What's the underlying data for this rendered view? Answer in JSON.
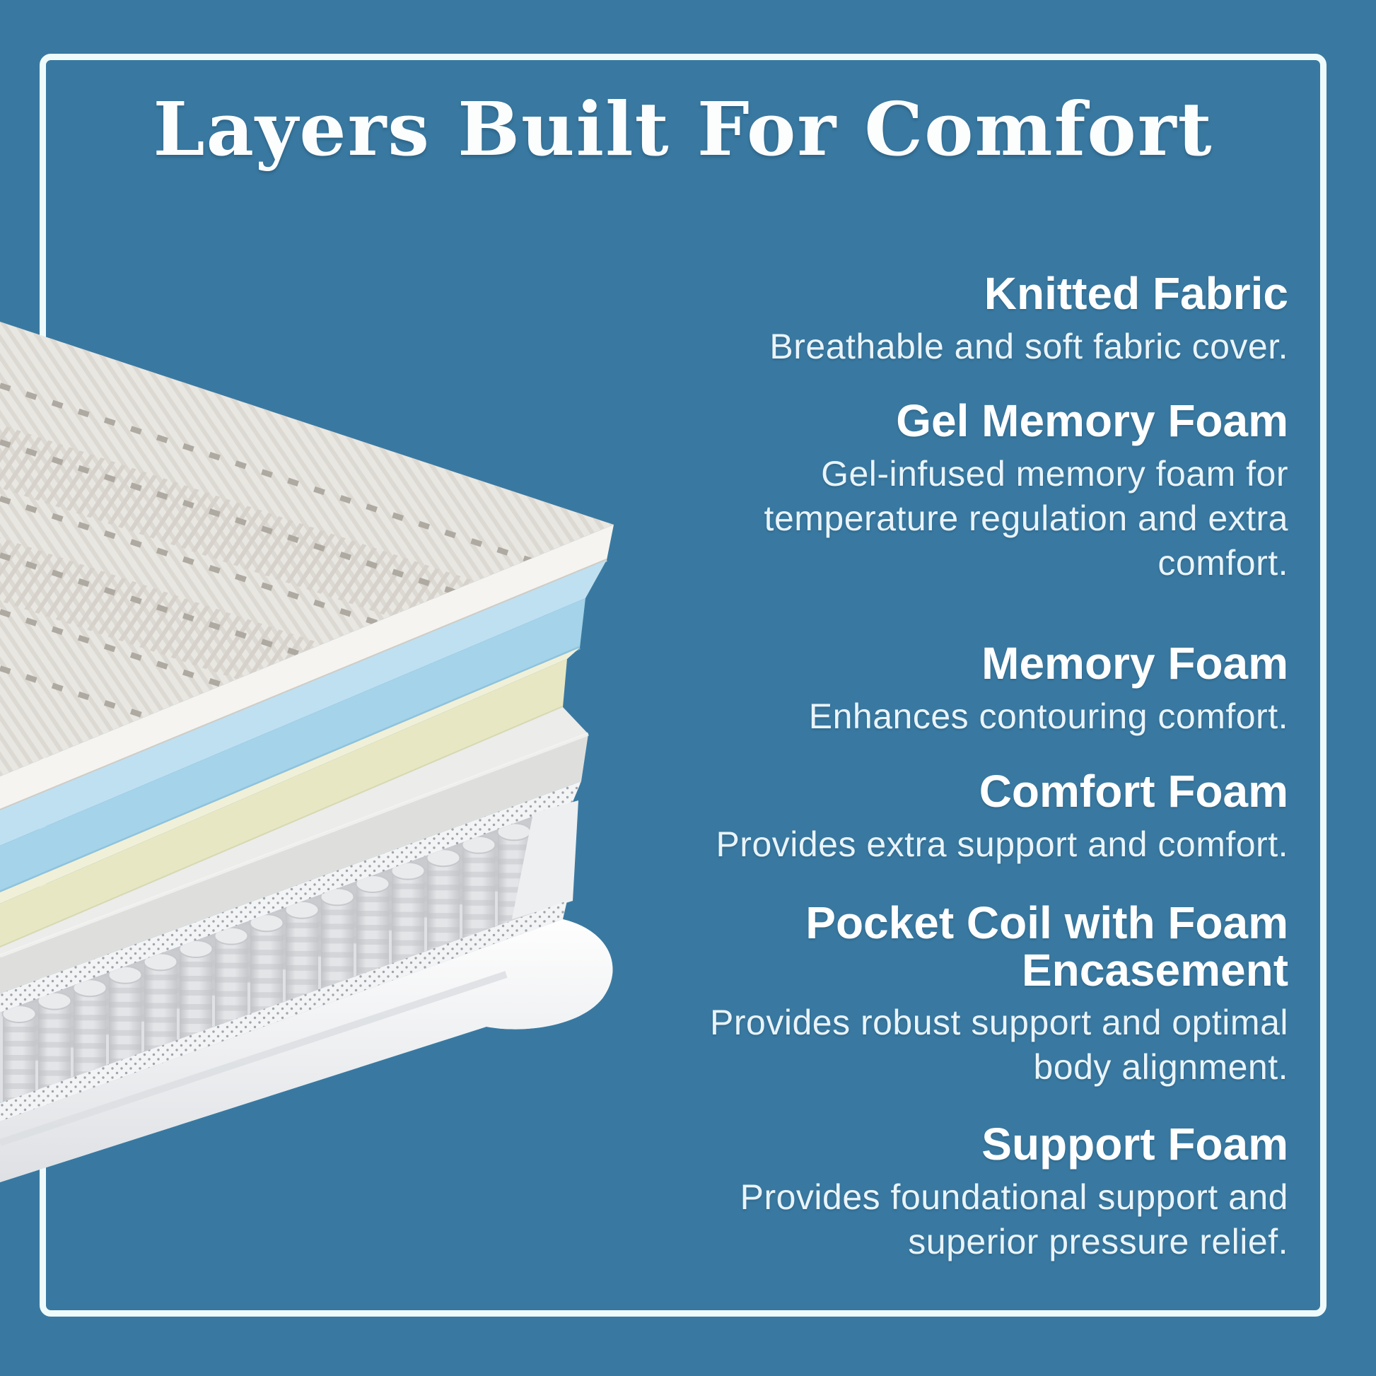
{
  "canvas": {
    "background_color": "#3979a1",
    "frame_border_color": "#effbfb"
  },
  "title": {
    "text": "Layers Built For Comfort",
    "color": "#fcfefe"
  },
  "sections": [
    {
      "heading": "Knitted Fabric",
      "description": "Breathable and soft fabric cover."
    },
    {
      "heading": "Gel Memory Foam",
      "description": "Gel-infused memory foam for\ntemperature regulation and extra\ncomfort."
    },
    {
      "heading": "Memory Foam",
      "description": "Enhances contouring comfort."
    },
    {
      "heading": "Comfort Foam",
      "description": "Provides extra support and comfort."
    },
    {
      "heading": "Pocket Coil with Foam\nEncasement",
      "description": "Provides robust support and optimal\nbody alignment."
    },
    {
      "heading": "Support Foam",
      "description": "Provides foundational support and\nsuperior pressure relief."
    }
  ],
  "illustration": {
    "name": "mattress-layers-cutaway",
    "alt": "Cutaway photo of a mattress corner showing stacked layers: knitted fabric cover, blue gel memory foam, cream memory foam, grey comfort foam, pocket coils with foam encasement, and a white support foam base",
    "colors": {
      "fabric_surface": "#e9e7e2",
      "fabric_stripe": "#d9d5cf",
      "fabric_dash": "#aba79f",
      "fabric_edge": "#f5f4f0",
      "gel_foam_top": "#bfe0f1",
      "gel_foam_front": "#a4d3ea",
      "memory_foam_top": "#f0f0d8",
      "memory_foam_front": "#e7e8c3",
      "comfort_foam_top": "#ececea",
      "comfort_foam_front": "#dedfdd",
      "mesh_fabric": "#f3f4f5",
      "coil_band": "#dfe1e5",
      "coil_body": "#d5d7da",
      "coil_back": "#c8cacd",
      "encasement_foam": "#edeff1",
      "support_foam": "#f4f5f7"
    }
  }
}
